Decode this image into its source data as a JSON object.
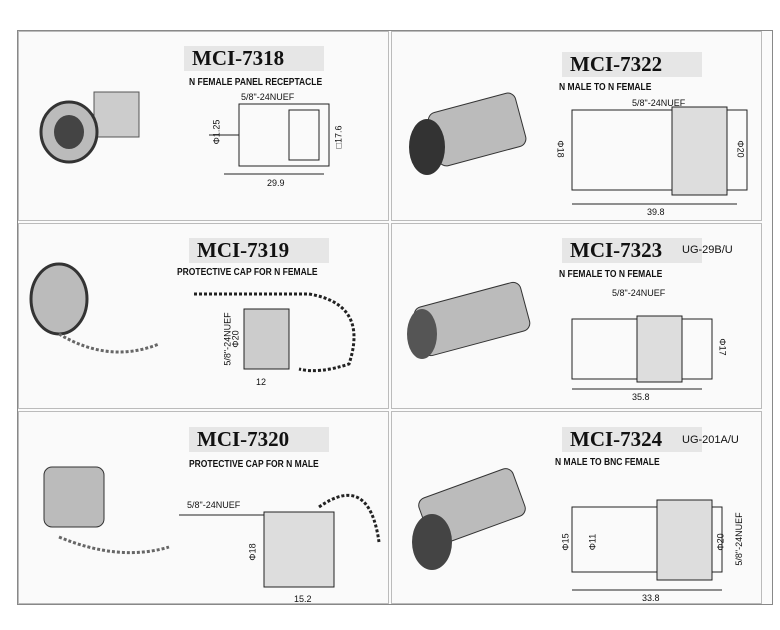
{
  "products": [
    {
      "model": "MCI-7318",
      "desc": "N FEMALE PANEL RECEPTACLE",
      "thread": "5/8\"-24NUEF",
      "dims": [
        "Φ1.25",
        "□17.6",
        "29.9"
      ]
    },
    {
      "model": "MCI-7322",
      "desc": "N MALE TO N FEMALE",
      "thread": "5/8\"-24NUEF",
      "dims": [
        "Φ18",
        "Φ20",
        "39.8"
      ]
    },
    {
      "model": "MCI-7319",
      "desc": "PROTECTIVE CAP FOR N FEMALE",
      "thread": "5/8\"-24NUEF",
      "dims": [
        "Φ20",
        "12"
      ]
    },
    {
      "model": "MCI-7323",
      "ug": "UG-29B/U",
      "desc": "N FEMALE TO N FEMALE",
      "thread": "5/8\"-24NUEF",
      "dims": [
        "Φ17",
        "35.8"
      ]
    },
    {
      "model": "MCI-7320",
      "desc": "PROTECTIVE CAP FOR N MALE",
      "thread": "5/8\"-24NUEF",
      "dims": [
        "Φ18",
        "15.2"
      ]
    },
    {
      "model": "MCI-7324",
      "ug": "UG-201A/U",
      "desc": "N MALE TO BNC FEMALE",
      "thread": "5/8\"-24NUEF",
      "dims": [
        "Φ11",
        "Φ15",
        "Φ20",
        "33.8"
      ]
    }
  ]
}
